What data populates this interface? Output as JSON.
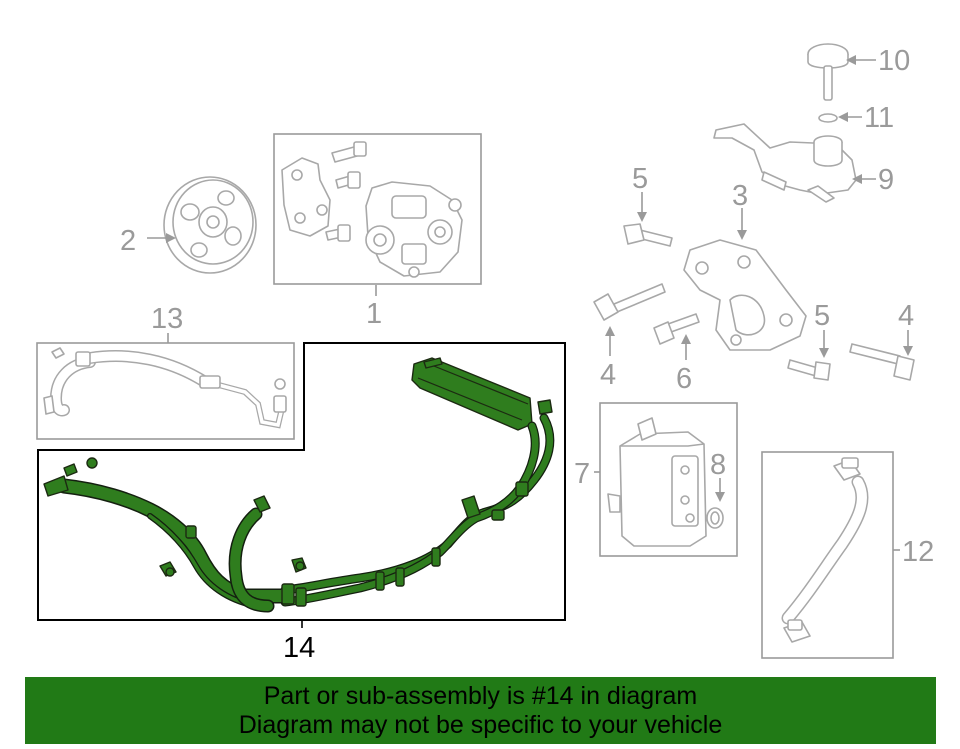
{
  "callouts": {
    "c1": "1",
    "c2": "2",
    "c3": "3",
    "c4a": "4",
    "c4b": "4",
    "c5a": "5",
    "c5b": "5",
    "c6": "6",
    "c7": "7",
    "c8": "8",
    "c9": "9",
    "c10": "10",
    "c11": "11",
    "c12": "12",
    "c13": "13",
    "c14": "14"
  },
  "footer": {
    "line1": "Part or sub-assembly is #14 in diagram",
    "line2": "Diagram may not be specific to your vehicle",
    "color": "#217a16"
  },
  "colors": {
    "highlight": "#2f7d1e",
    "line": "#9a9a9a"
  }
}
